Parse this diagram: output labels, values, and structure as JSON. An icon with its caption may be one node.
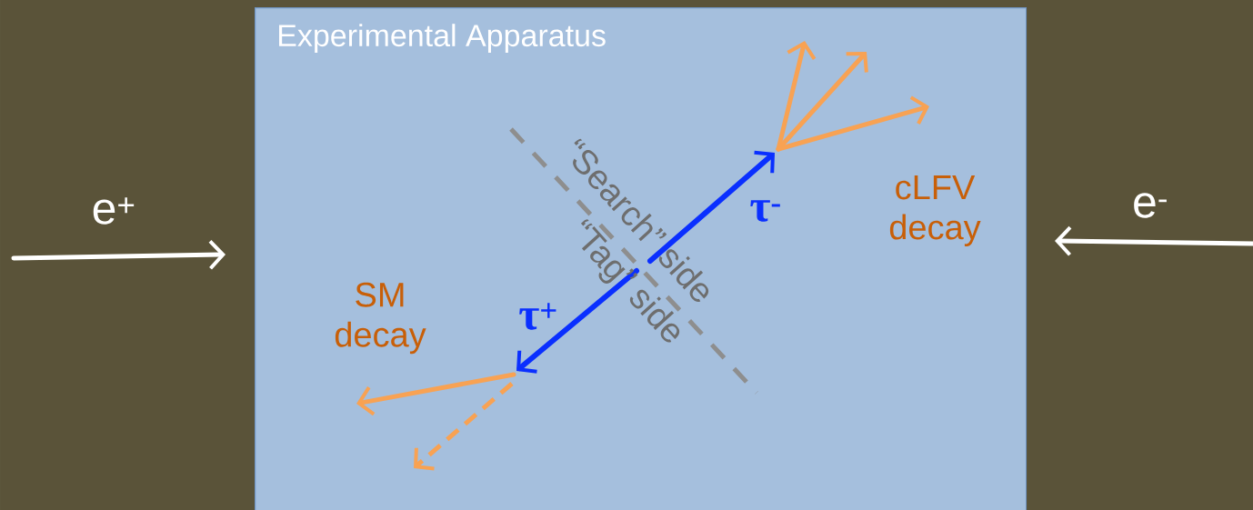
{
  "diagram": {
    "nodes": [
      {
        "text": [
          "Experimental Apparatus"
        ]
      }
    ],
    "labels": [
      "e$^{+}$",
      "e$^{-}$",
      "“Search” side",
      "“Tag” side",
      "τ$^{-}$",
      "τ$^{+}$",
      "cLFV decay",
      "SM decay"
    ]
  }
}
